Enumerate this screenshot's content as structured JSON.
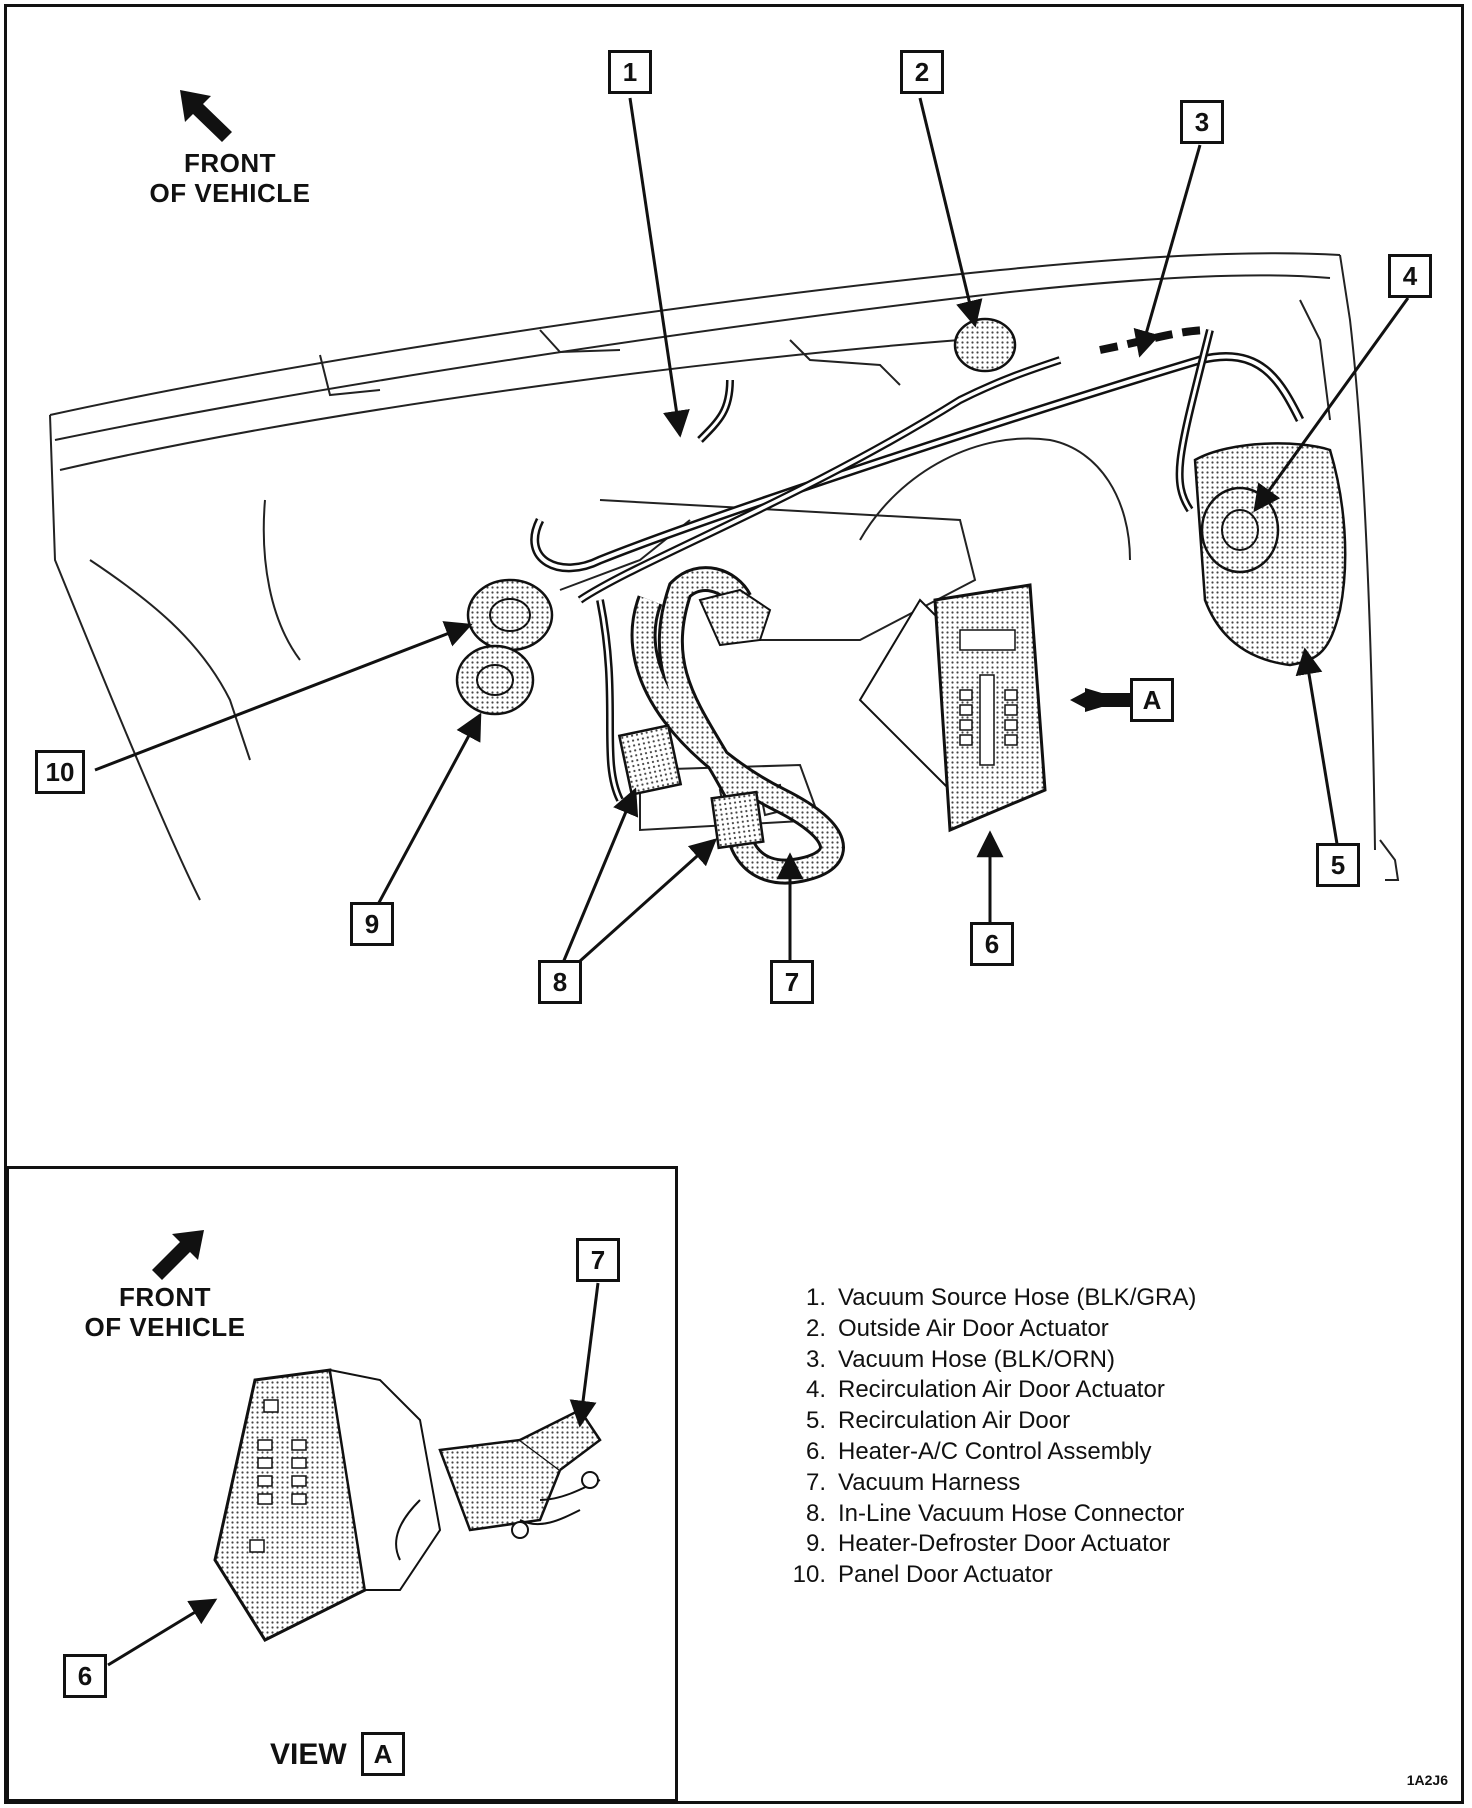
{
  "main_view": {
    "front_label_line1": "FRONT",
    "front_label_line2": "OF VEHICLE",
    "callouts": [
      "1",
      "2",
      "3",
      "4",
      "5",
      "6",
      "7",
      "8",
      "9",
      "10"
    ],
    "view_arrow_label": "A"
  },
  "inset_view": {
    "front_label_line1": "FRONT",
    "front_label_line2": "OF VEHICLE",
    "callouts": [
      "7",
      "6"
    ],
    "view_title": "VIEW",
    "view_letter": "A"
  },
  "legend": [
    {
      "num": "1.",
      "text": "Vacuum Source Hose (BLK/GRA)"
    },
    {
      "num": "2.",
      "text": "Outside Air Door Actuator"
    },
    {
      "num": "3.",
      "text": "Vacuum Hose (BLK/ORN)"
    },
    {
      "num": "4.",
      "text": "Recirculation Air Door Actuator"
    },
    {
      "num": "5.",
      "text": "Recirculation Air Door"
    },
    {
      "num": "6.",
      "text": "Heater-A/C Control Assembly"
    },
    {
      "num": "7.",
      "text": "Vacuum Harness"
    },
    {
      "num": "8.",
      "text": "In-Line Vacuum Hose Connector"
    },
    {
      "num": "9.",
      "text": "Heater-Defroster Door Actuator"
    },
    {
      "num": "10.",
      "text": "Panel Door Actuator"
    }
  ],
  "figure_id": "1A2J6"
}
